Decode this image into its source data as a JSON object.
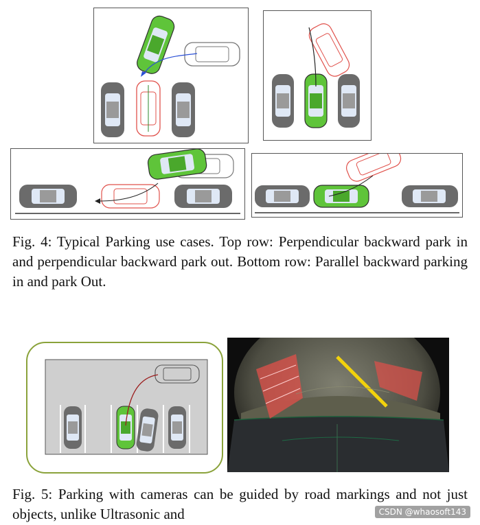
{
  "fig4": {
    "caption_label": "Fig. 4:",
    "caption_text": "Typical Parking use cases. Top row: Perpendicular backward park in and perpendicular backward park out. Bottom row: Parallel backward parking in and park Out."
  },
  "fig5": {
    "caption_label": "Fig. 5:",
    "caption_text": "Parking with cameras can be guided by road markings and not just objects, unlike Ultrasonic and"
  },
  "watermark": "CSDN @whaosoft143",
  "colors": {
    "ego_car": "#5fc43a",
    "trajectory": "#e0504a",
    "parked_car": "#6b6b6b",
    "path_blue": "#2a4fd6",
    "frame_green": "#8aa23a",
    "lot_gray": "#cfcfcf"
  }
}
